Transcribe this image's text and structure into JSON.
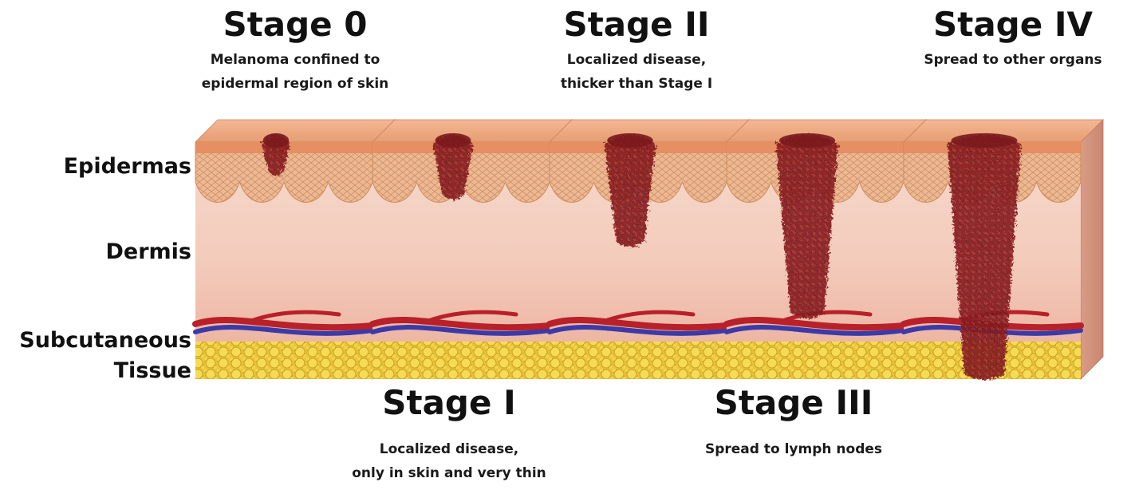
{
  "stages": [
    {
      "title": "Stage 0",
      "desc": [
        "Melanoma confined to",
        "epidermal region of skin"
      ]
    },
    {
      "title": "Stage I",
      "desc": [
        "Localized disease,",
        "only in skin and very thin"
      ]
    },
    {
      "title": "Stage II",
      "desc": [
        "Localized disease,",
        "thicker than Stage I"
      ]
    },
    {
      "title": "Stage III",
      "desc": [
        "Spread to lymph nodes"
      ]
    },
    {
      "title": "Stage IV",
      "desc": [
        "Spread to other organs"
      ]
    }
  ],
  "layers": {
    "epidermis": "Epidermas",
    "dermis": "Dermis",
    "subcutaneous": [
      "Subcutaneous",
      "Tissue"
    ]
  },
  "colors": {
    "epidermis_top": "#e8a070",
    "epidermis_cells": "#e9b58f",
    "dermis": "#f3cbbb",
    "fat": "#f2d54a",
    "artery": "#b8202a",
    "vein": "#3a3aa8",
    "tumor": "#8a1f22"
  },
  "tumor_depth": [
    0.12,
    0.22,
    0.42,
    0.72,
    0.98
  ]
}
